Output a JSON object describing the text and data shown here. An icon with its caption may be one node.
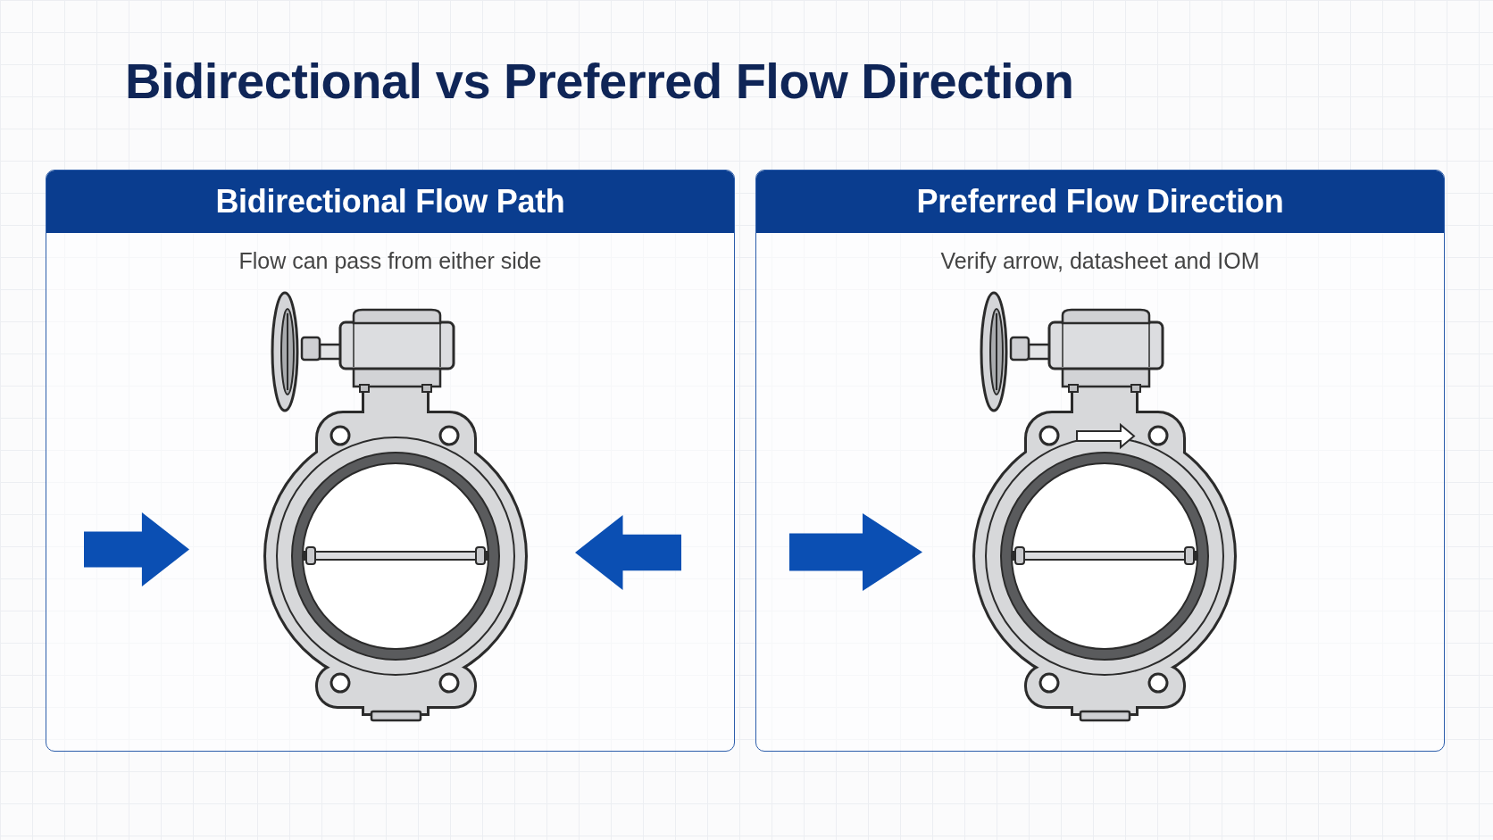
{
  "diagram": {
    "title": "Bidirectional vs Preferred Flow Direction",
    "nodes": [
      {
        "text": [
          "Bidirectional Flow Path",
          "Flow can pass from either side"
        ]
      },
      {
        "text": [],
        "shape": "picture",
        "in": 0
      },
      {
        "text": [
          "Preferred Flow Direction",
          "Verify arrow, datasheet and IOM"
        ]
      },
      {
        "text": [],
        "shape": "picture",
        "in": 2
      }
    ]
  }
}
